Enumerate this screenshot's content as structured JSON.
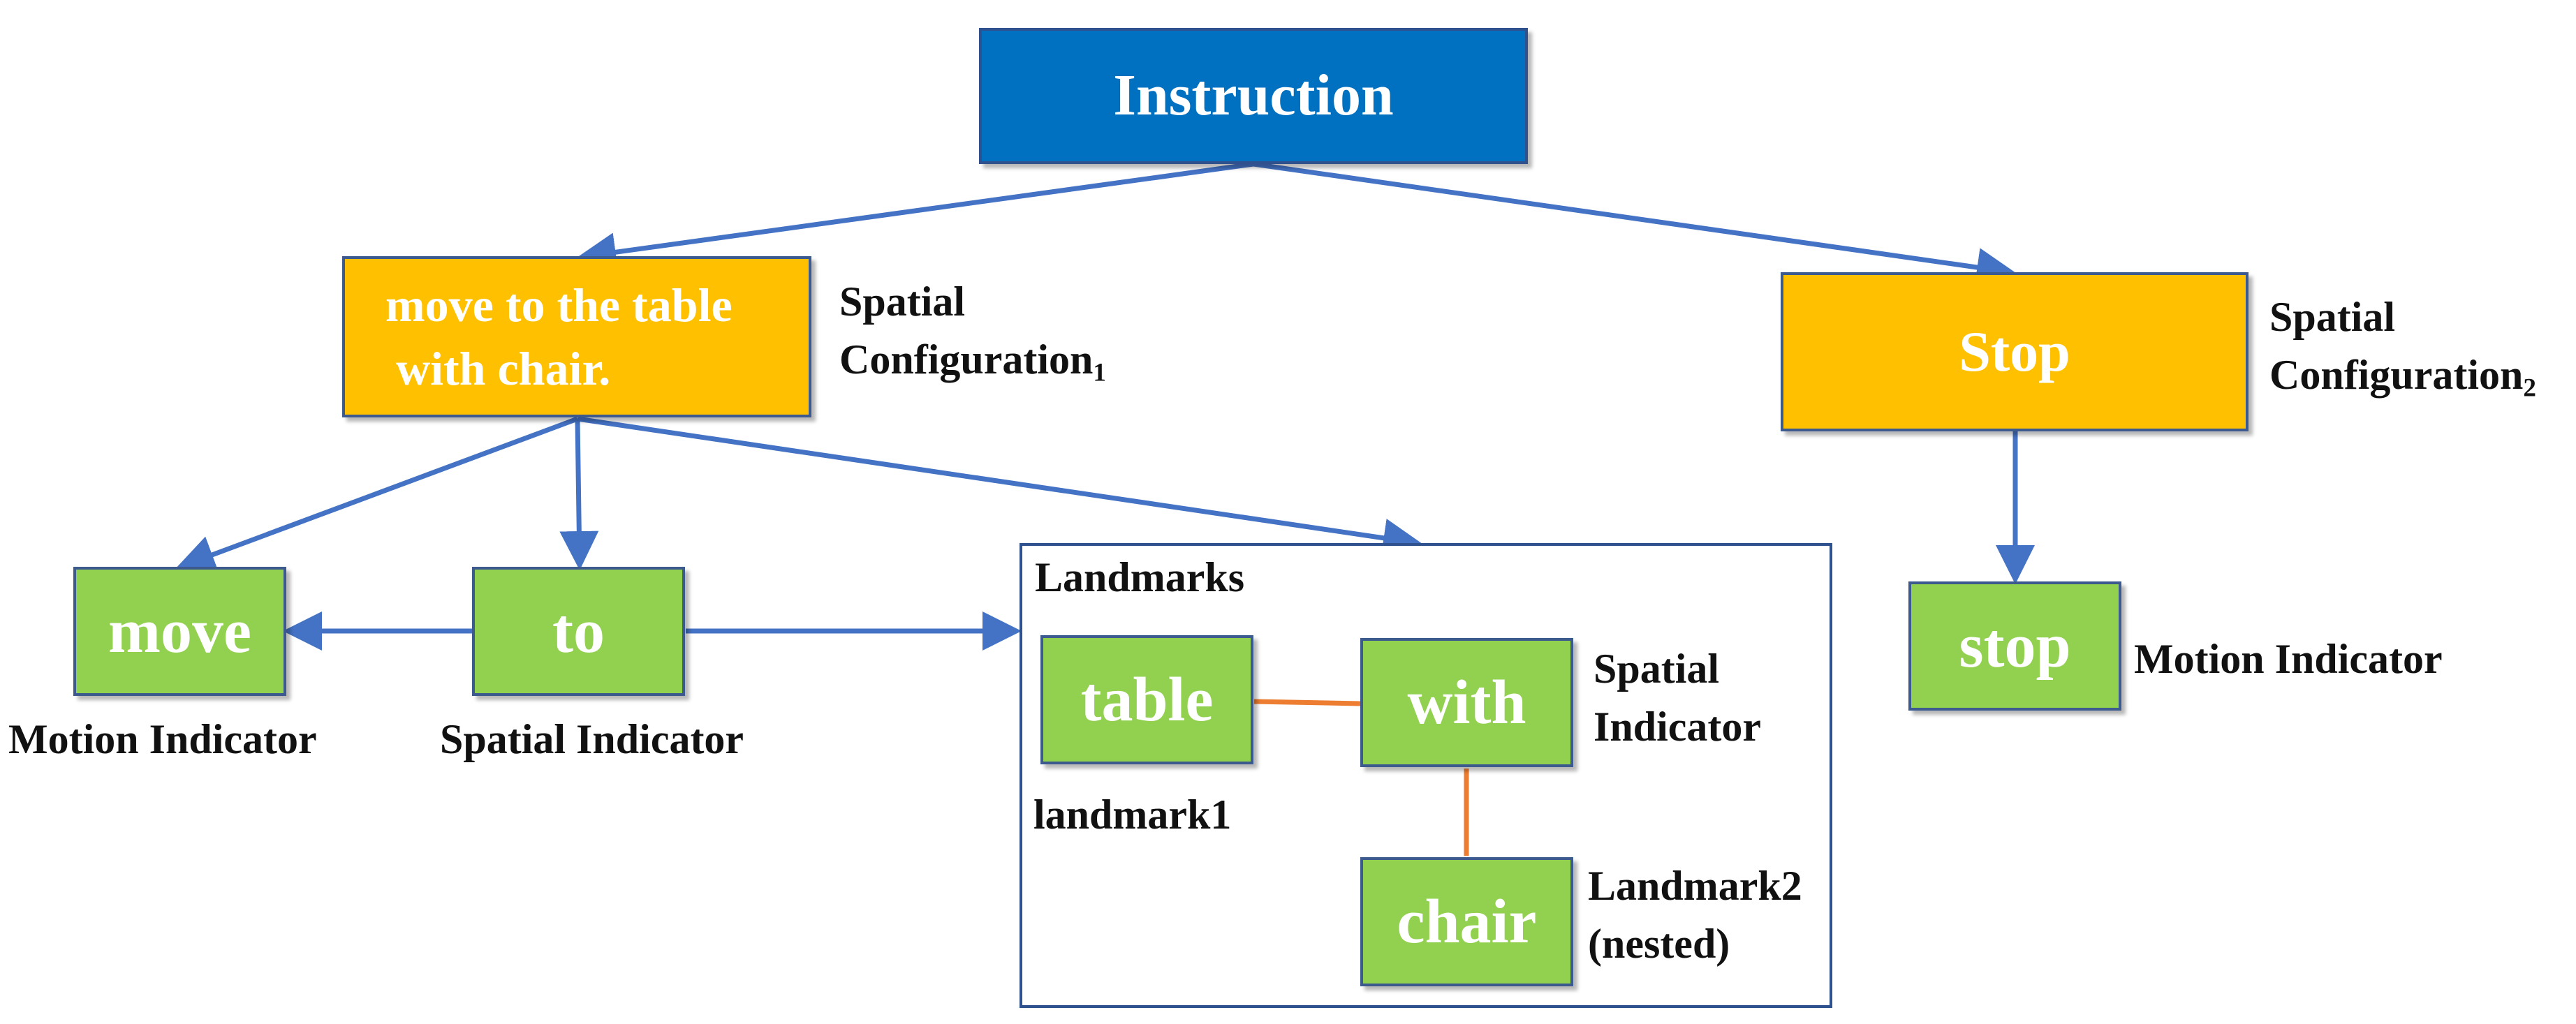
{
  "diagram": {
    "root": {
      "text": "Instruction"
    },
    "config1": {
      "text_line1": "move to the table",
      "text_line2": "with chair.",
      "label_line1": "Spatial",
      "label_line2": "Configuration",
      "label_sub": "1"
    },
    "config2": {
      "text": "Stop",
      "label_line1": "Spatial",
      "label_line2": "Configuration",
      "label_sub": "2"
    },
    "move": {
      "text": "move",
      "label": "Motion Indicator"
    },
    "to": {
      "text": "to",
      "label": "Spatial Indicator"
    },
    "landmarks": {
      "title": "Landmarks"
    },
    "table": {
      "text": "table",
      "label": "landmark1"
    },
    "with": {
      "text": "with",
      "label_line1": "Spatial",
      "label_line2": "Indicator"
    },
    "chair": {
      "text": "chair",
      "label_line1": "Landmark2",
      "label_line2": "(nested)"
    },
    "stop": {
      "text": "stop",
      "label": "Motion Indicator"
    },
    "colors": {
      "root_fill": "#0070c0",
      "config_fill": "#ffc000",
      "token_fill": "#92d050",
      "arrow": "#4472c4",
      "relation_link": "#ed7d31"
    }
  }
}
